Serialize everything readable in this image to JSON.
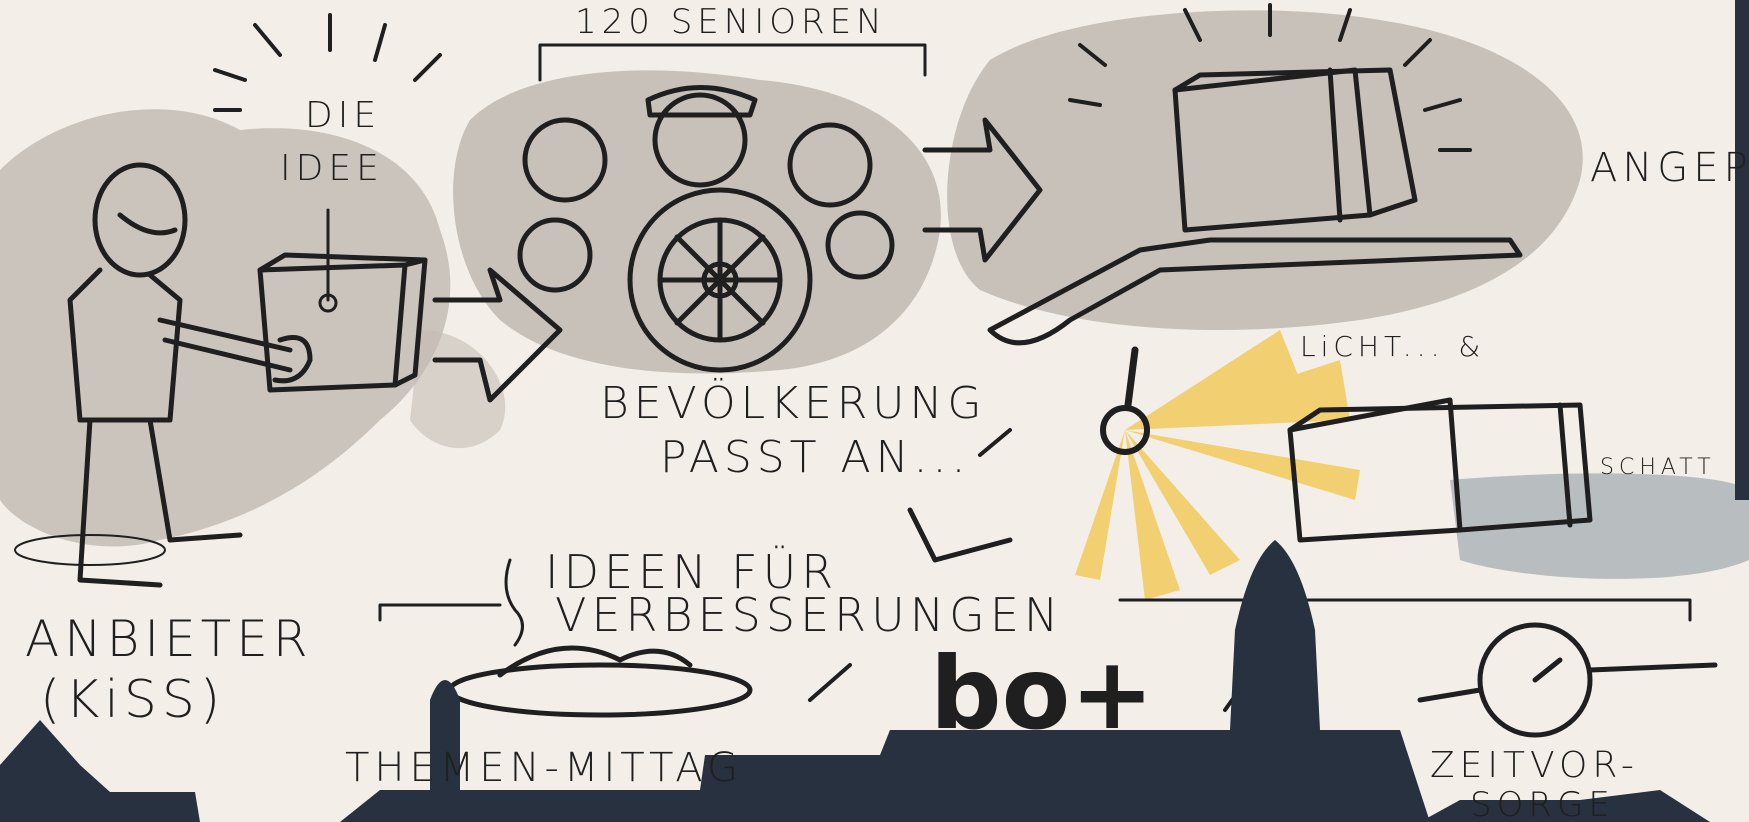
{
  "labels": {
    "seniors": "120 SENIOREN",
    "die": "DIE",
    "idee": "IDEE",
    "angep": "ANGEP",
    "anbieter": "ANBIETER",
    "kiss": "(KiSS)",
    "bevoelkerung": "BEVÖLKERUNG",
    "passt_an": "PASST AN...",
    "licht": "LiCHT... &",
    "schatt": "SCHATT",
    "ideen": "IDEEN FÜR",
    "verbesserungen": "VERBESSERUNGEN",
    "themen": "THEMEN-MITTAG",
    "zeitvor": "ZEITVOR-",
    "sorge": "SORGE",
    "logo": "bo+"
  },
  "colors": {
    "paper": "#f3efe8",
    "wash": "#b6aea6",
    "ink": "#1f1f1f",
    "sun": "#f2c64a",
    "shadow": "#a9b2b4",
    "skyline": "#27313f"
  },
  "icons": [
    "person-figure-icon",
    "gift-box-icon",
    "crowd-gear-icon",
    "arrow-icon",
    "glowing-box-icon",
    "sun-icon",
    "shadowed-box-icon",
    "food-plate-icon",
    "wristwatch-icon",
    "skyline-silhouette"
  ]
}
